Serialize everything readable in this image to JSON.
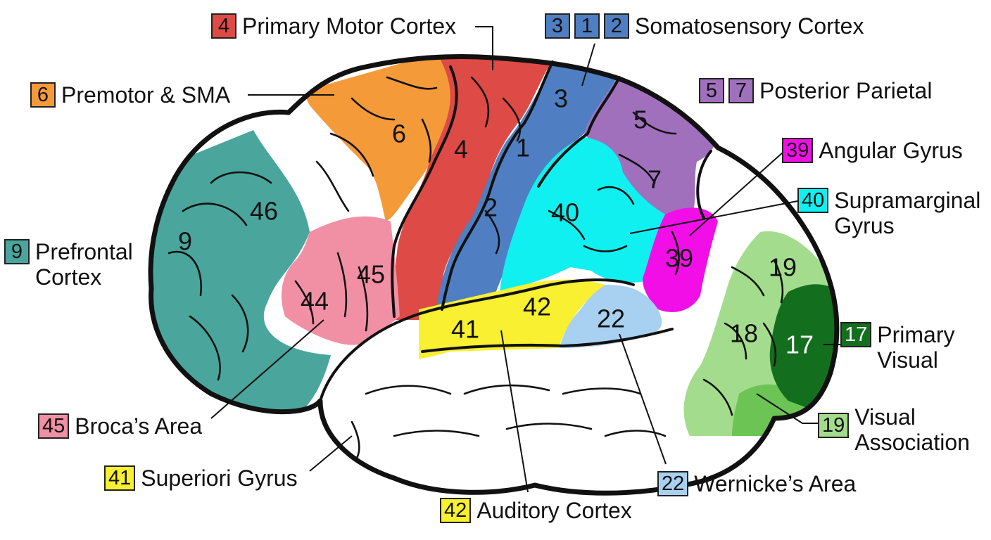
{
  "colors": {
    "prefrontal": "#4aa69c",
    "premotor": "#f59a38",
    "motor": "#de4a45",
    "somatosensory": "#4f7fc2",
    "posterior_parietal": "#a070bd",
    "angular": "#f20ee6",
    "supramarginal": "#10f0f0",
    "broca": "#f190a4",
    "primary_auditory": "#f8f030",
    "wernicke": "#a8d0f0",
    "visual_association": "#a4dc8e",
    "visual_association_dark": "#6cc455",
    "primary_visual": "#136e1e"
  },
  "region_numbers": {
    "r46": "46",
    "r9": "9",
    "r6": "6",
    "r4": "4",
    "r3": "3",
    "r1": "1",
    "r2": "2",
    "r5": "5",
    "r7": "7",
    "r40": "40",
    "r39": "39",
    "r44": "44",
    "r45": "45",
    "r41": "41",
    "r42": "42",
    "r22": "22",
    "r19": "19",
    "r18": "18",
    "r17": "17"
  },
  "labels": {
    "motor": {
      "badges": [
        "4"
      ],
      "text": "Primary Motor Cortex"
    },
    "somatosensory": {
      "badges": [
        "3",
        "1",
        "2"
      ],
      "text": "Somatosensory Cortex"
    },
    "premotor": {
      "badges": [
        "6"
      ],
      "text": "Premotor & SMA"
    },
    "posterior_parietal": {
      "badges": [
        "5",
        "7"
      ],
      "text": "Posterior Parietal"
    },
    "angular": {
      "badges": [
        "39"
      ],
      "text": "Angular Gyrus"
    },
    "supramarginal": {
      "badges": [
        "40"
      ],
      "text": "Supramarginal\nGyrus"
    },
    "prefrontal": {
      "badges": [
        "9"
      ],
      "text": "Prefrontal\nCortex"
    },
    "primary_visual": {
      "badges": [
        "17"
      ],
      "text": "Primary\nVisual"
    },
    "visual_association": {
      "badges": [
        "19"
      ],
      "text": "Visual\nAssociation"
    },
    "broca": {
      "badges": [
        "45"
      ],
      "text": "Broca’s Area"
    },
    "superior_gyrus": {
      "badges": [
        "41"
      ],
      "text": "Superiori Gyrus"
    },
    "wernicke": {
      "badges": [
        "22"
      ],
      "text": "Wernicke’s Area"
    },
    "auditory": {
      "badges": [
        "42"
      ],
      "text": "Auditory Cortex"
    }
  }
}
